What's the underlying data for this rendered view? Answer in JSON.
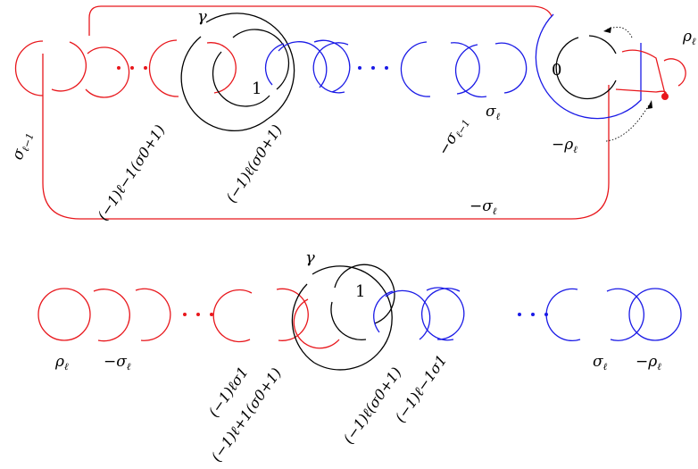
{
  "colors": {
    "red": "#e8171c",
    "blue": "#1a1ae6",
    "black": "#000000"
  },
  "top": {
    "gamma": "γ",
    "one": "1",
    "zero": "0",
    "dots": "· · ·",
    "sigma_l_minus_1": "σ",
    "sigma_l_minus_1_sub": "ℓ−1",
    "rho_l": "ρ",
    "rho_l_sub": "ℓ",
    "sigma_l": "σ",
    "sigma_l_sub": "ℓ",
    "neg_rho_l": "−ρ",
    "neg_rho_l_sub": "ℓ",
    "neg_sigma_l": "−σ",
    "neg_sigma_l_sub": "ℓ",
    "neg_sigma_l_minus_1": "−σ",
    "neg_sigma_l_minus_1_sub": "ℓ−1",
    "coef_a": "(−1)ℓ−1(σ0+1)",
    "coef_b": "(−1)ℓ(σ0+1)"
  },
  "bottom": {
    "gamma": "γ",
    "one": "1",
    "dots": "· · ·",
    "rho_l": "ρ",
    "rho_l_sub": "ℓ",
    "neg_sigma_l": "−σ",
    "neg_sigma_l_sub": "ℓ",
    "sigma_l": "σ",
    "sigma_l_sub": "ℓ",
    "neg_rho_l": "−ρ",
    "neg_rho_l_sub": "ℓ",
    "coef_a": "(−1)ℓσ1",
    "coef_b": "(−1)ℓ+1(σ0+1)",
    "coef_c": "(−1)ℓ(σ0+1)",
    "coef_d": "(−1)ℓ−1σ1"
  }
}
